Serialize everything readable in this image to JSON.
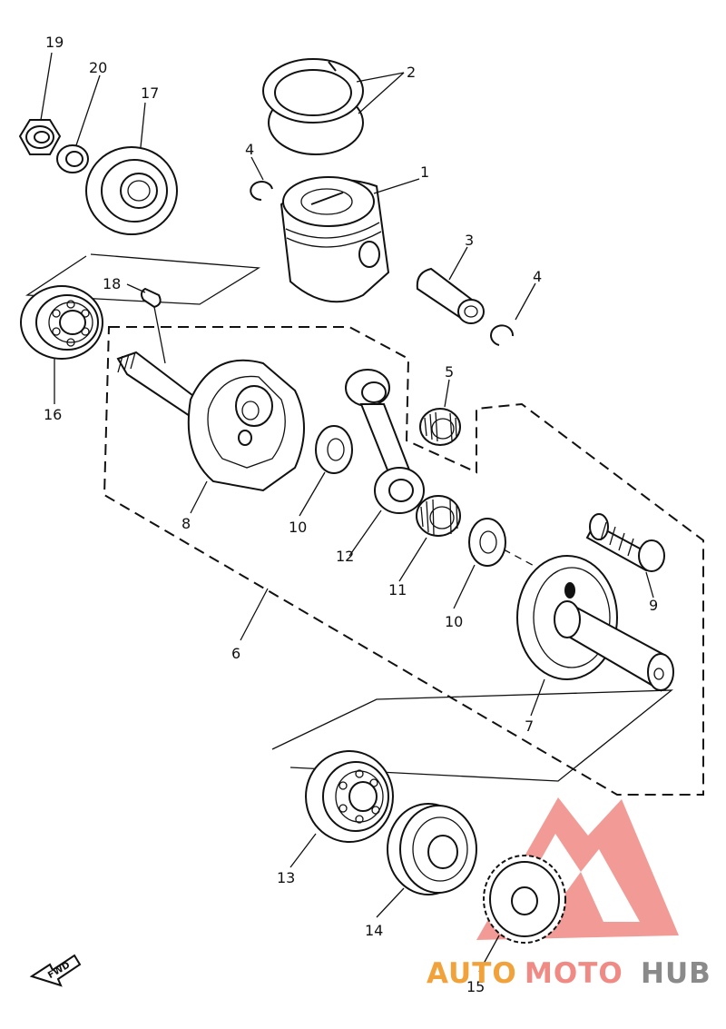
{
  "callouts": {
    "c1": "1",
    "c2": "2",
    "c3": "3",
    "c4a": "4",
    "c4b": "4",
    "c5": "5",
    "c6": "6",
    "c7": "7",
    "c8": "8",
    "c9": "9",
    "c10a": "10",
    "c10b": "10",
    "c11": "11",
    "c12": "12",
    "c13": "13",
    "c14": "14",
    "c15": "15",
    "c16": "16",
    "c17": "17",
    "c18": "18",
    "c19": "19",
    "c20": "20"
  },
  "direction_arrow": {
    "label": "FWD",
    "icon": "forward-arrow-icon"
  },
  "watermark": {
    "text_part1": "AUTO",
    "text_part2": "MOTO",
    "text_part3": "HUB",
    "color_orange": "#f2a23a",
    "color_red": "#f08a84",
    "color_gray": "#8a8a8a",
    "logo_icon": "triangle-logo-icon"
  },
  "colors": {
    "line": "#111111",
    "background": "#ffffff"
  }
}
